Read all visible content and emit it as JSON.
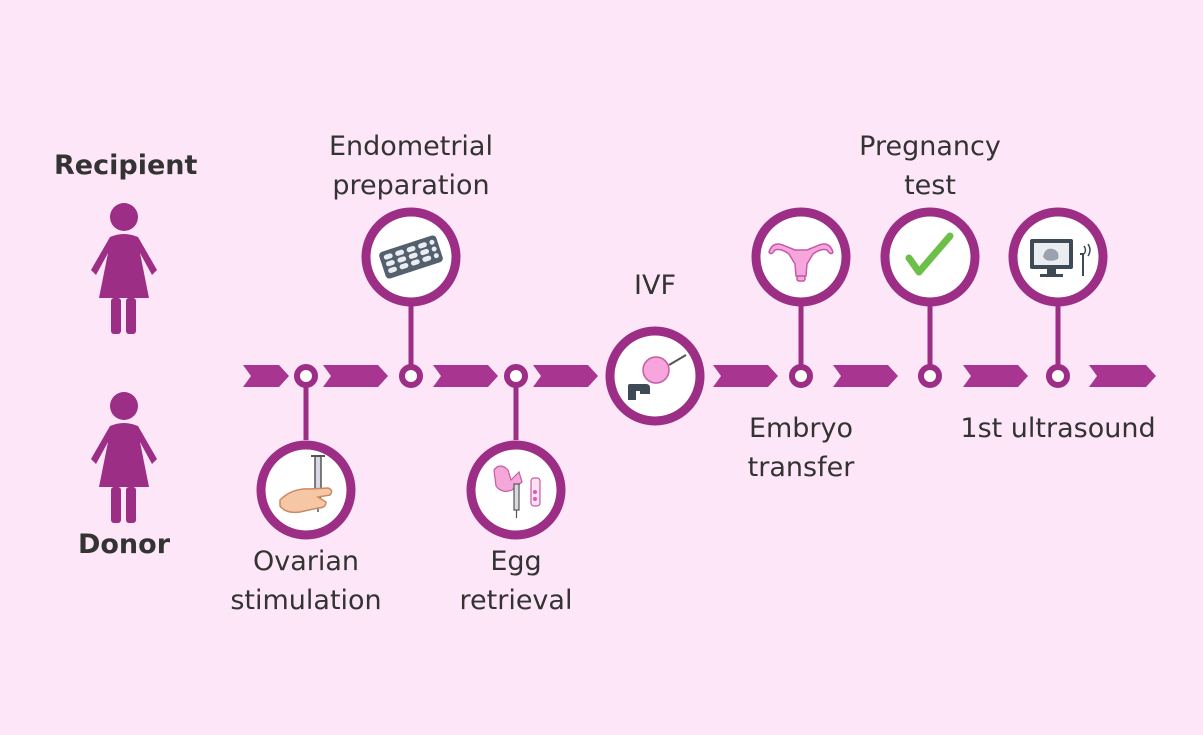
{
  "roles": {
    "recipient": "Recipient",
    "donor": "Donor"
  },
  "steps": {
    "ovarian_stimulation": {
      "line1": "Ovarian",
      "line2": "stimulation"
    },
    "endometrial_preparation": {
      "line1": "Endometrial",
      "line2": "preparation"
    },
    "egg_retrieval": {
      "line1": "Egg",
      "line2": "retrieval"
    },
    "ivf": {
      "line1": "IVF"
    },
    "embryo_transfer": {
      "line1": "Embryo",
      "line2": "transfer"
    },
    "pregnancy_test": {
      "line1": "Pregnancy",
      "line2": "test"
    },
    "first_ultrasound": {
      "line1": "1st ultrasound"
    }
  },
  "colors": {
    "background": "#fde6f7",
    "accent": "#9c2e86",
    "text": "#333333",
    "check": "#6cc04a"
  },
  "icons": [
    "woman-silhouette-icon",
    "syringe-hand-icon",
    "pill-blister-icon",
    "syringe-tube-icon",
    "microinjection-icon",
    "uterus-icon",
    "checkmark-icon",
    "ultrasound-monitor-icon"
  ]
}
